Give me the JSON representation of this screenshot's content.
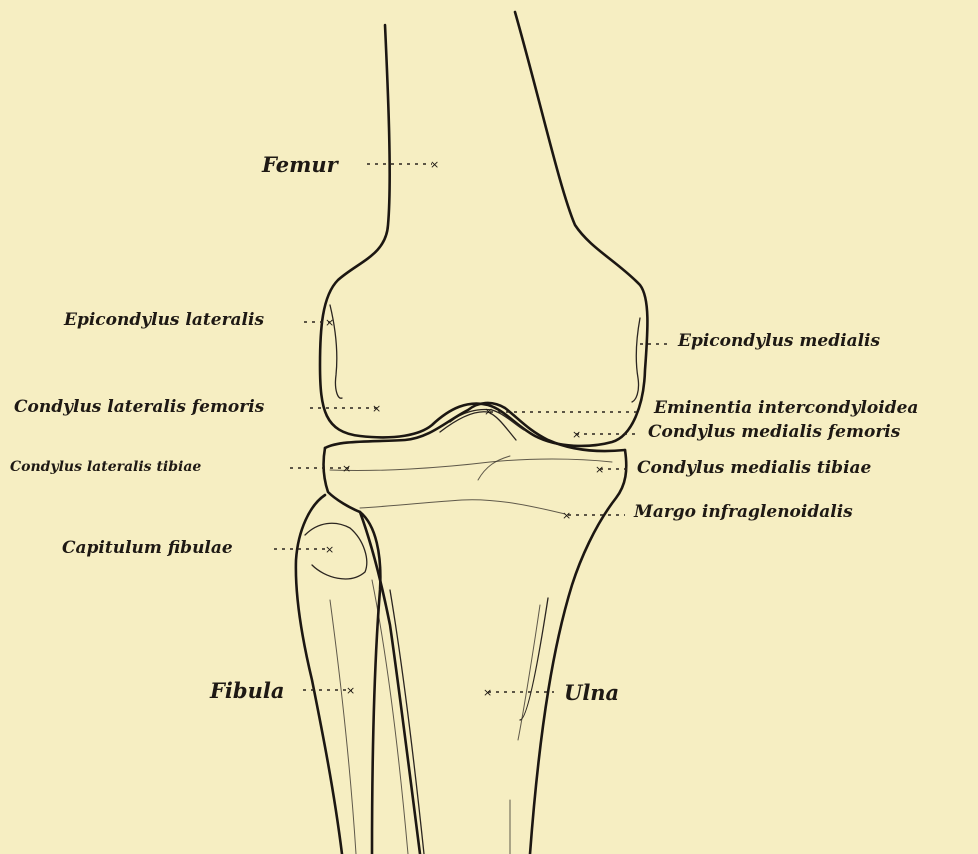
{
  "labels": {
    "femur": "Femur",
    "epicondylus_lateralis": "Epicondylus lateralis",
    "epicondylus_medialis": "Epicondylus medialis",
    "condylus_lateralis_femoris": "Condylus lateralis femoris",
    "eminentia_intercondyloidea": "Eminentia intercondyloidea",
    "condylus_medialis_femoris": "Condylus medialis femoris",
    "condylus_lateralis_tibiae": "Condylus lateralis tibiae",
    "condylus_medialis_tibiae": "Condylus medialis tibiae",
    "margo_infraglenoidalis": "Margo infraglenoidalis",
    "capitulum_fibulae": "Capitulum fibulae",
    "fibula": "Fibula",
    "ulna": "Ulna"
  },
  "colors": {
    "paper": "#f6eec2",
    "ink": "#1c1712"
  }
}
